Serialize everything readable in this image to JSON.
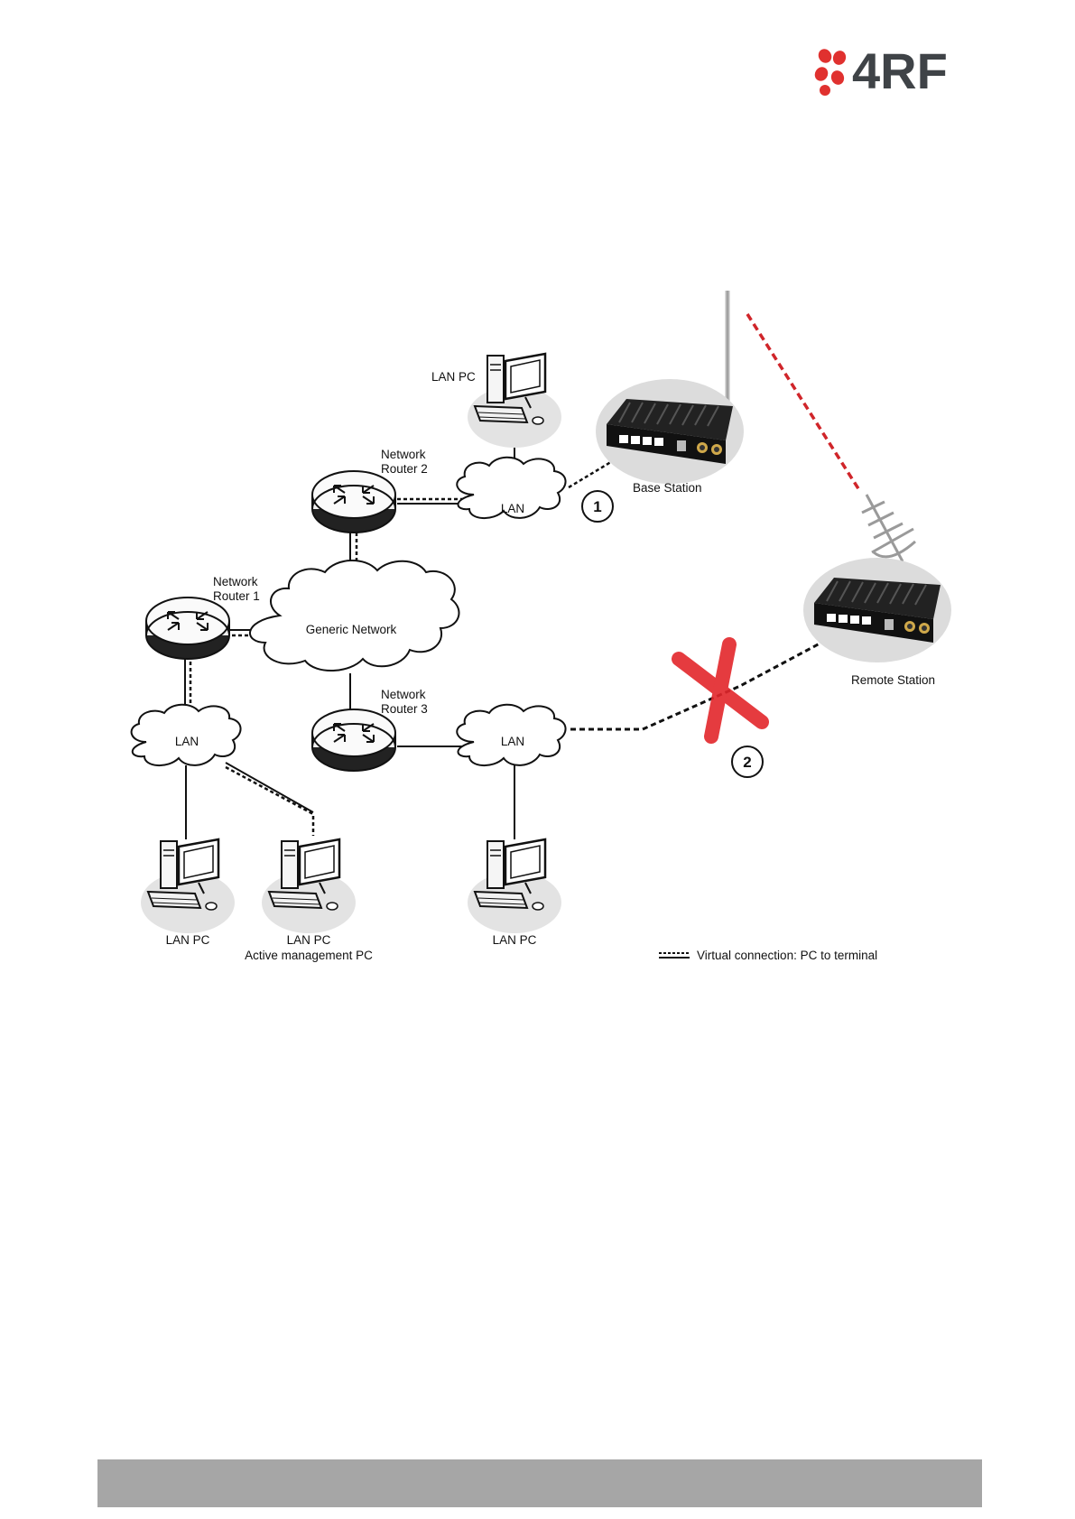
{
  "logo": {
    "text": "4RF",
    "dot_color": "#e0312f",
    "text_color": "#3f4347"
  },
  "diagram": {
    "lan_pc_top": "LAN PC",
    "base_station": "Base Station",
    "remote_station": "Remote Station",
    "router2": {
      "line1": "Network",
      "line2": "Router 2"
    },
    "router1": {
      "line1": "Network",
      "line2": "Router 1"
    },
    "router3": {
      "line1": "Network",
      "line2": "Router 3"
    },
    "lan_top": "LAN",
    "lan_left": "LAN",
    "lan_mid": "LAN",
    "generic_network": "Generic Network",
    "marker1": "1",
    "marker2": "2",
    "pc_bottom_left": "LAN PC",
    "pc_bottom_mid": "LAN PC",
    "pc_bottom_mid_sub": "Active management PC",
    "pc_bottom_right": "LAN PC",
    "legend": "Virtual connection: PC to terminal",
    "fail_color": "#e3262b",
    "radio_link_color": "#d0252a"
  },
  "footer": {
    "color": "#a6a6a6"
  }
}
